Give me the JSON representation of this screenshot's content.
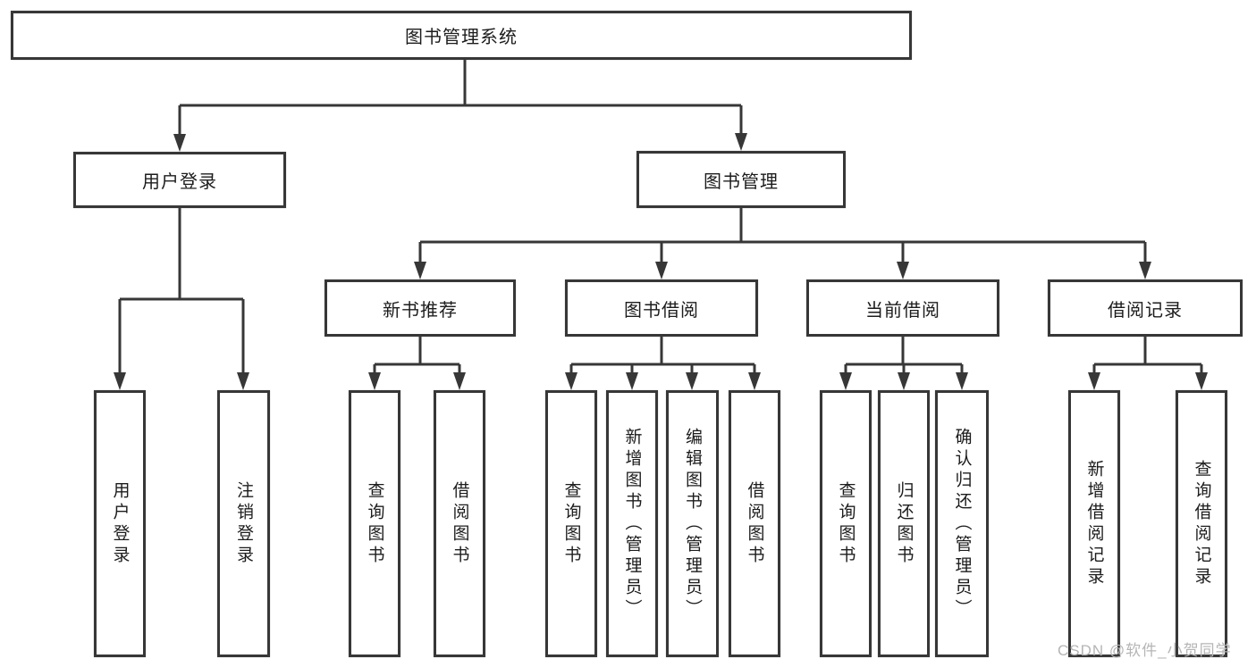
{
  "tree": {
    "label": "图书管理系统",
    "children": [
      {
        "label": "用户登录",
        "children": [
          {
            "label": "用户登录"
          },
          {
            "label": "注销登录"
          }
        ]
      },
      {
        "label": "图书管理",
        "children": [
          {
            "label": "新书推荐",
            "children": [
              {
                "label": "查询图书"
              },
              {
                "label": "借阅图书"
              }
            ]
          },
          {
            "label": "图书借阅",
            "children": [
              {
                "label": "查询图书"
              },
              {
                "label": "新增图书（管理员）"
              },
              {
                "label": "编辑图书（管理员）"
              },
              {
                "label": "借阅图书"
              }
            ]
          },
          {
            "label": "当前借阅",
            "children": [
              {
                "label": "查询图书"
              },
              {
                "label": "归还图书"
              },
              {
                "label": "确认归还（管理员）"
              }
            ]
          },
          {
            "label": "借阅记录",
            "children": [
              {
                "label": "新增借阅记录"
              },
              {
                "label": "查询借阅记录"
              }
            ]
          }
        ]
      }
    ]
  },
  "colors": {
    "line": "#373737",
    "text": "#1c1c1c",
    "watermark": "#b5b5b5"
  },
  "watermark": "CSDN @软件_小贺同学"
}
